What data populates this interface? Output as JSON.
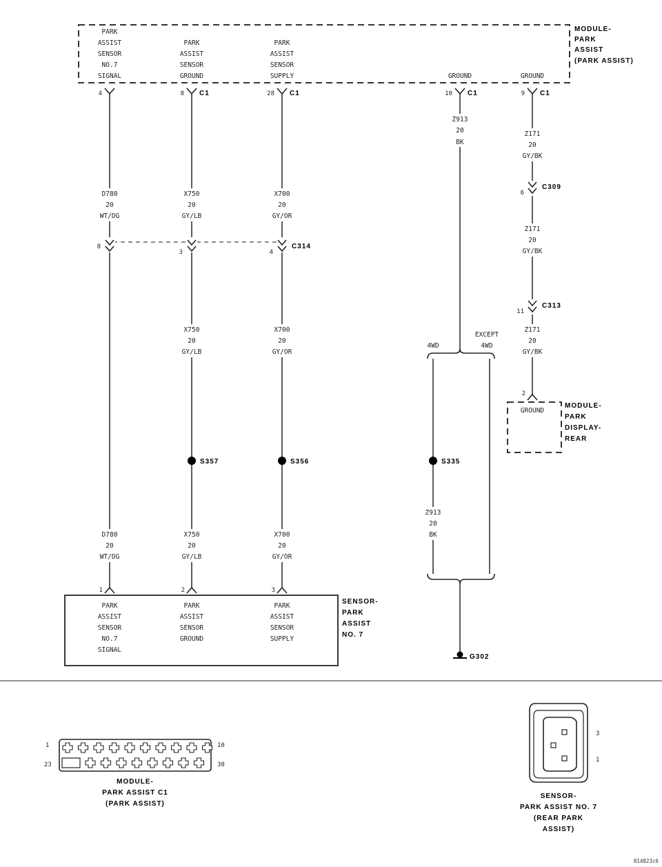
{
  "module_park_assist": {
    "title_lines": [
      "MODULE-",
      "PARK",
      "ASSIST",
      "(PARK ASSIST)"
    ],
    "terminals": [
      {
        "lines": [
          "PARK",
          "ASSIST",
          "SENSOR",
          "NO.7",
          "SIGNAL"
        ],
        "pin": "4",
        "connector": ""
      },
      {
        "lines": [
          "PARK",
          "ASSIST",
          "SENSOR",
          "GROUND"
        ],
        "pin": "8",
        "connector": "C1"
      },
      {
        "lines": [
          "PARK",
          "ASSIST",
          "SENSOR",
          "SUPPLY"
        ],
        "pin": "28",
        "connector": "C1"
      },
      {
        "lines": [
          "GROUND"
        ],
        "pin": "10",
        "connector": "C1"
      },
      {
        "lines": [
          "GROUND"
        ],
        "pin": "9",
        "connector": "C1"
      }
    ]
  },
  "wires": {
    "d780_upper": [
      "D780",
      "20",
      "WT/DG"
    ],
    "x750_upper": [
      "X750",
      "20",
      "GY/LB"
    ],
    "x700_upper": [
      "X700",
      "20",
      "GY/OR"
    ],
    "z913_upper": [
      "Z913",
      "20",
      "BK"
    ],
    "z171_a": [
      "Z171",
      "20",
      "GY/BK"
    ],
    "z171_b": [
      "Z171",
      "20",
      "GY/BK"
    ],
    "z171_c": [
      "Z171",
      "20",
      "GY/BK"
    ],
    "x750_mid": [
      "X750",
      "20",
      "GY/LB"
    ],
    "x700_mid": [
      "X700",
      "20",
      "GY/OR"
    ],
    "z913_lower": [
      "Z913",
      "20",
      "BK"
    ],
    "d780_lower": [
      "D780",
      "20",
      "WT/DG"
    ],
    "x750_lower": [
      "X750",
      "20",
      "GY/LB"
    ],
    "x700_lower": [
      "X700",
      "20",
      "GY/OR"
    ]
  },
  "connectors": {
    "c309": {
      "name": "C309",
      "pin": "6"
    },
    "c313": {
      "name": "C313",
      "pin": "11"
    },
    "c314": {
      "name": "C314",
      "pins": [
        "8",
        "3",
        "4"
      ]
    }
  },
  "splices": {
    "s357": "S357",
    "s356": "S356",
    "s335": "S335"
  },
  "ground": "G302",
  "branch_labels": {
    "four_wd": "4WD",
    "except_line1": "EXCEPT",
    "except_line2": "4WD"
  },
  "display_module": {
    "title_lines": [
      "MODULE-",
      "PARK",
      "DISPLAY-",
      "REAR"
    ],
    "terminal": "GROUND",
    "pin": "2"
  },
  "sensor": {
    "title_lines": [
      "SENSOR-",
      "PARK",
      "ASSIST",
      "NO. 7"
    ],
    "terminals": [
      {
        "lines": [
          "PARK",
          "ASSIST",
          "SENSOR",
          "NO.7",
          "SIGNAL"
        ],
        "pin": "1"
      },
      {
        "lines": [
          "PARK",
          "ASSIST",
          "SENSOR",
          "GROUND"
        ],
        "pin": "2"
      },
      {
        "lines": [
          "PARK",
          "ASSIST",
          "SENSOR",
          "SUPPLY"
        ],
        "pin": "3"
      }
    ]
  },
  "connector_views": {
    "c1": {
      "pin_labels": {
        "top_left": "1",
        "top_right": "10",
        "bottom_left": "23",
        "bottom_right": "30"
      },
      "caption": [
        "MODULE-",
        "PARK ASSIST C1",
        "(PARK ASSIST)"
      ]
    },
    "sensor_conn": {
      "pin_labels": {
        "upper": "3",
        "lower": "1"
      },
      "caption": [
        "SENSOR-",
        "PARK ASSIST NO. 7",
        "(REAR PARK",
        "ASSIST)"
      ]
    }
  },
  "figure_id": "814823c6"
}
